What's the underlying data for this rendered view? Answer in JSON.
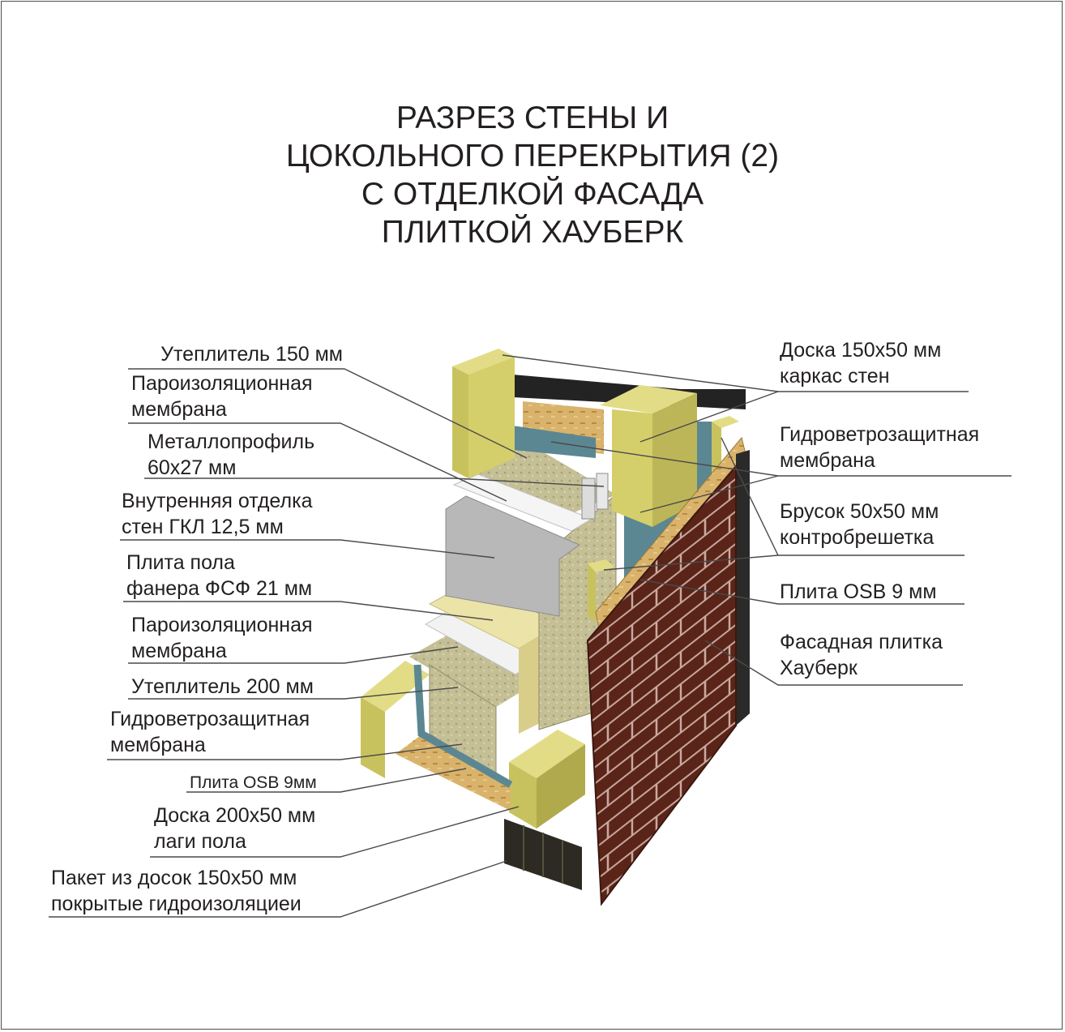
{
  "title": {
    "line1": "РАЗРЕЗ СТЕНЫ И",
    "line2": "ЦОКОЛЬНОГО ПЕРЕКРЫТИЯ (2)",
    "line3": "С ОТДЕЛКОЙ ФАСАДА",
    "line4": "ПЛИТКОЙ ХАУБЕРК"
  },
  "labels_left": [
    {
      "line1": "Утеплитель 150 мм"
    },
    {
      "line1": "Пароизоляционная",
      "line2": "мембрана"
    },
    {
      "line1": "Металлопрофиль",
      "line2": "60x27 мм"
    },
    {
      "line1": "Внутренняя отделка",
      "line2": "стен ГКЛ 12,5 мм"
    },
    {
      "line1": "Плита пола",
      "line2": "фанера ФСФ 21 мм"
    },
    {
      "line1": "Пароизоляционная",
      "line2": "мембрана"
    },
    {
      "line1": "Утеплитель 200 мм"
    },
    {
      "line1": "Гидроветрозащитная",
      "line2": "мембрана"
    },
    {
      "line1": "Плита OSB 9мм"
    },
    {
      "line1": "Доска 200x50 мм",
      "line2": "лаги пола"
    },
    {
      "line1": "Пакет из досок 150x50 мм",
      "line2": "покрытые гидроизоляциеи"
    }
  ],
  "labels_right": [
    {
      "line1": "Доска 150x50 мм",
      "line2": "каркас стен"
    },
    {
      "line1": "Гидроветрозащитная",
      "line2": "мембрана"
    },
    {
      "line1": "Брусок 50x50 мм",
      "line2": "контробрешетка"
    },
    {
      "line1": "Плита OSB 9 мм"
    },
    {
      "line1": "Фасадная плитка",
      "line2": "Хауберк"
    }
  ],
  "colors": {
    "timber": "#d4cf6a",
    "insulation": "#c9c39a",
    "membrane": "#5b8793",
    "osb": "#d9b36b",
    "plywood": "#ece3a8",
    "gypsum": "#b8b8b8",
    "brick": "#5a2418",
    "base": "#2c2a22",
    "leader": "#4a4a4a"
  }
}
